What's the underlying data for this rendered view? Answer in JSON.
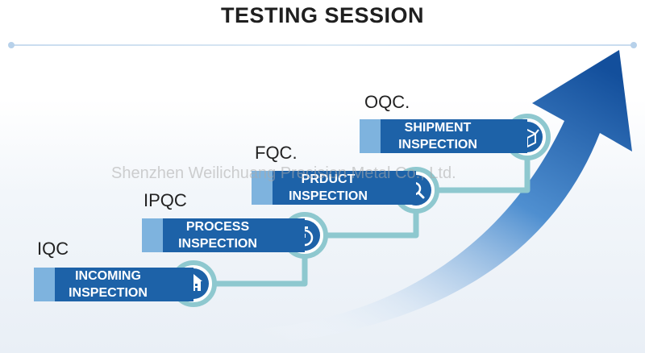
{
  "title": "TESTING SESSION",
  "watermark": "Shenzhen Weilichuang Precision Metal Co., Ltd.",
  "colors": {
    "bar": "#1d62a8",
    "tab": "#7eb3de",
    "connector": "#8ec8cf",
    "arrow": "#1a5aa8"
  },
  "steps": [
    {
      "level": "IQC",
      "line1": "INCOMING",
      "line2": "INSPECTION",
      "icon": "building-icon"
    },
    {
      "level": "IPQC",
      "line1": "PROCESS",
      "line2": "INSPECTION",
      "icon": "stopwatch-icon"
    },
    {
      "level": "FQC.",
      "line1": "PRDUCT",
      "line2": "INSPECTION",
      "icon": "magnifier-icon"
    },
    {
      "level": "OQC.",
      "line1": "SHIPMENT",
      "line2": "INSPECTION",
      "icon": "package-icon"
    }
  ]
}
